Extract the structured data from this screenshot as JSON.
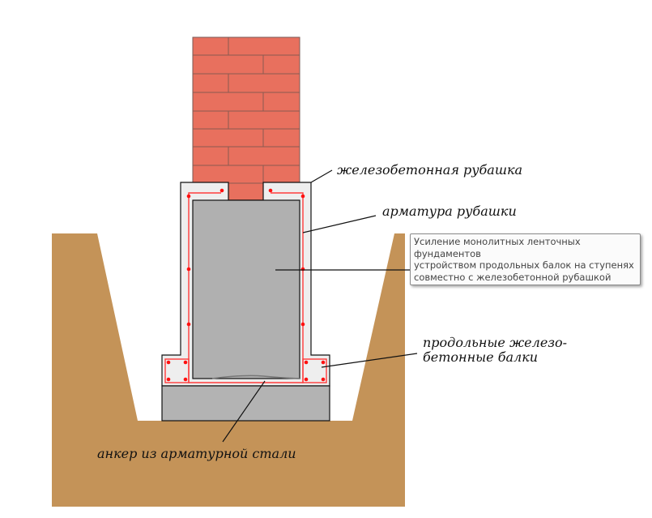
{
  "labels": {
    "jacket": "железобетонная рубашка",
    "jacket_rebar": "арматура рубашки",
    "beams_line1": "продольные железо-",
    "beams_line2": "бетонные балки",
    "anchor": "анкер из арматурной стали"
  },
  "tooltip": {
    "line1": "Усиление монолитных ленточных фундаментов",
    "line2": "устройством продольных балок на ступенях",
    "line3": "совместно с железобетонной рубашкой"
  },
  "colors": {
    "brick": "#e8705e",
    "soil": "#c49358",
    "concrete_old": "#b0b0b0",
    "jacket": "#eeeeee",
    "rebar": "#ff2020"
  }
}
